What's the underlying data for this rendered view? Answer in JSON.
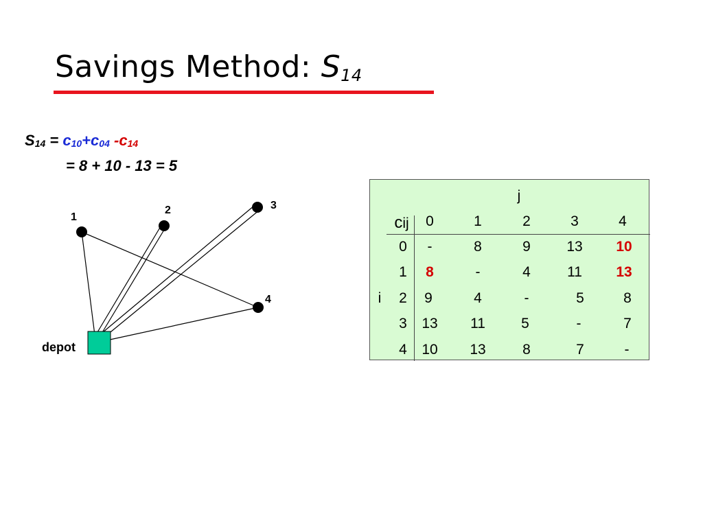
{
  "title": {
    "text": "Savings Method: ",
    "symbol": "S",
    "subscript": "14"
  },
  "formula": {
    "s": "S",
    "s_sub": "14",
    "eq": " = ",
    "c1": "c",
    "c1_sub": "10",
    "plus": "+",
    "c2": "c",
    "c2_sub": "04",
    "minus": " -",
    "c3": "c",
    "c3_sub": "14",
    "line2": "= 8 + 10 - 13 = 5"
  },
  "diagram": {
    "nodes": [
      {
        "label": "1"
      },
      {
        "label": "2"
      },
      {
        "label": "3"
      },
      {
        "label": "4"
      },
      {
        "label": "depot"
      }
    ],
    "colors": {
      "depot_fill": "#00cc99",
      "node_fill": "#000000",
      "edge": "#000000"
    }
  },
  "cost_table": {
    "col_header_label": "j",
    "row_header_label": "i",
    "corner_label": "c",
    "corner_sub": "ij",
    "col_headers": [
      "0",
      "1",
      "2",
      "3",
      "4"
    ],
    "row_headers": [
      "0",
      "1",
      "2",
      "3",
      "4"
    ],
    "rows": [
      [
        "-",
        "8",
        "9",
        "13",
        "10"
      ],
      [
        "8",
        "-",
        "4",
        "11",
        "13"
      ],
      [
        "9",
        "4",
        "-",
        "5",
        "8"
      ],
      [
        "13",
        "11",
        "5",
        "-",
        "7"
      ],
      [
        "10",
        "13",
        "8",
        "7",
        "-"
      ]
    ],
    "highlight_color": "#d40000"
  }
}
